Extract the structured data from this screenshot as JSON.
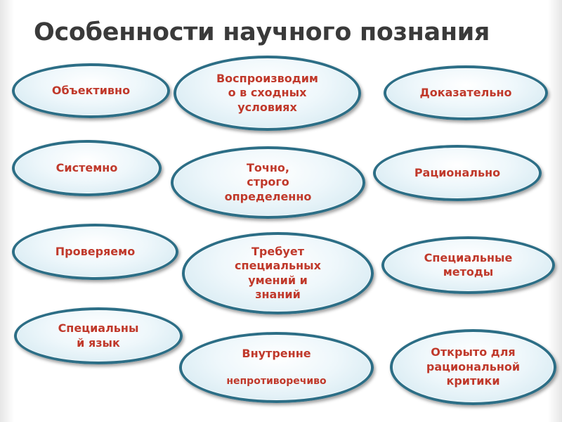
{
  "title": "Особенности научного познания",
  "bubbles": {
    "objectively": "Объективно",
    "reproducible": "Воспроизводим\nо в сходных\nусловиях",
    "provable": "Доказательно",
    "systemic": "Системно",
    "precise": "Точно,\nстрого\nопределенно",
    "rational": "Рационально",
    "verifiable": "Проверяемо",
    "requires_skills": "Требует\nспециальных\nумений и\nзнаний",
    "special_methods": "Специальные\nметоды",
    "special_language": "Специальны\nй язык",
    "consistent_line1": "Внутренне",
    "consistent_line2": "непротиворечиво",
    "open_criticism": "Открыто для\nрациональной\nкритики"
  },
  "colors": {
    "title": "#3a3a3a",
    "bubble_text": "#c0392b",
    "bubble_border": "#2c6e86",
    "bubble_fill": "#eef7fb"
  }
}
